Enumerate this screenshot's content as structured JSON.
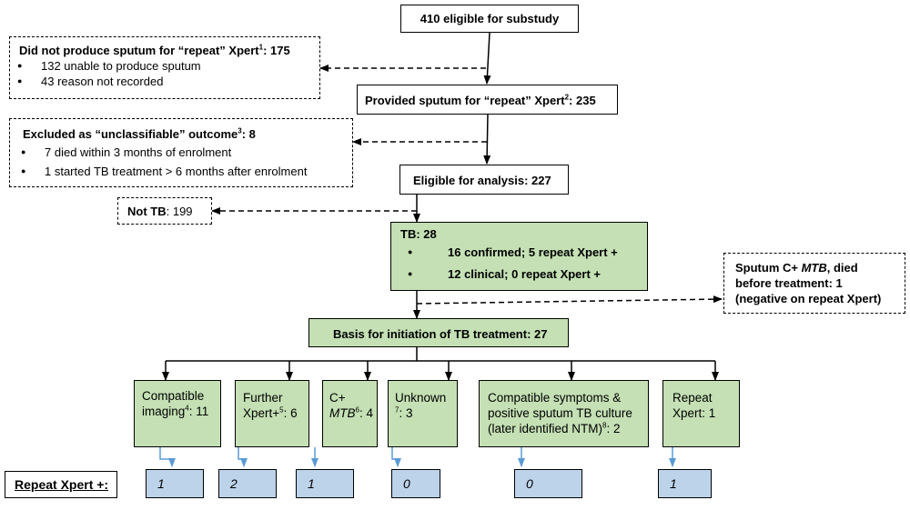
{
  "top": {
    "text": "410 eligible for substudy"
  },
  "no_sputum": {
    "title_pre": "Did not produce sputum for “repeat” Xpert",
    "title_sup": "1",
    "title_post": ": 175",
    "items": [
      "132 unable to produce sputum",
      "43 reason not recorded"
    ]
  },
  "provided": {
    "pre": "Provided sputum for “repeat” Xpert",
    "sup": "2",
    "post": ": 235"
  },
  "excluded": {
    "title_pre": "Excluded as “unclassifiable” outcome",
    "title_sup": "3",
    "title_post": ": 8",
    "items": [
      "7 died within 3 months of enrolment",
      "1 started TB treatment > 6 months after enrolment"
    ]
  },
  "eligible": {
    "text": "Eligible for analysis: 227"
  },
  "not_tb": {
    "label": "Not TB",
    "value": ": 199"
  },
  "tb": {
    "title": "TB: 28",
    "items": [
      "16 confirmed; 5 repeat Xpert +",
      "12 clinical; 0 repeat Xpert +"
    ]
  },
  "died": {
    "line1_pre": "Sputum C+ ",
    "line1_em": "MTB",
    "line1_post": ", died",
    "line2": "before treatment: 1",
    "line3": "(negative on repeat Xpert)"
  },
  "basis": {
    "text": "Basis for initiation of TB treatment: 27"
  },
  "categories": [
    {
      "pre": "Compatible imaging",
      "sup": "4",
      "post": ": 11"
    },
    {
      "pre": "Further Xpert+",
      "sup": "5",
      "post": ": 6"
    },
    {
      "pre": "C+ ",
      "em": "MTB",
      "sup": "6",
      "post": ": 4"
    },
    {
      "pre": "Unknown ",
      "sup": "7",
      "post": ": 3"
    },
    {
      "pre": "Compatible symptoms & positive sputum TB culture (later identified NTM)",
      "sup": "8",
      "post": ": 2"
    },
    {
      "pre": "Repeat Xpert: 1"
    }
  ],
  "repeat_label": "Repeat Xpert +:",
  "repeat_values": [
    "1",
    "2",
    "1",
    "0",
    "0",
    "1"
  ]
}
